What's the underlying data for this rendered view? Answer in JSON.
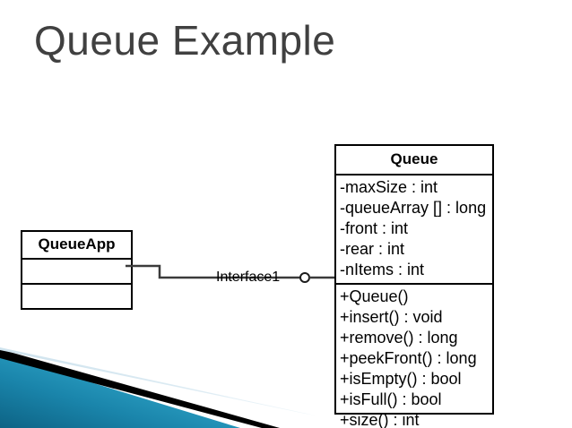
{
  "slide": {
    "title": "Queue Example",
    "title_color": "#404040",
    "background": "#ffffff"
  },
  "decoration": {
    "name": "flow-theme-corner-graphic",
    "teal_dark": "#0f6b8f",
    "teal_light": "#3fb3d4",
    "stripe_color": "#000000",
    "pale_color": "#dbe9f1"
  },
  "diagram": {
    "type": "uml-class-diagram",
    "classes": [
      {
        "id": "queueapp",
        "name": "QueueApp",
        "attributes": [],
        "methods": []
      },
      {
        "id": "queue",
        "name": "Queue",
        "attributes": [
          "-maxSize : int",
          "-queueArray [] : long",
          "-front : int",
          "-rear : int",
          "-nItems : int"
        ],
        "methods": [
          "+Queue()",
          "+insert() : void",
          "+remove() : long",
          "+peekFront() : long",
          "+isEmpty() : bool",
          "+isFull() : bool",
          "+size() : int"
        ]
      }
    ],
    "connector": {
      "label": "Interface1",
      "style": "lollipop-provided-interface",
      "from": "QueueApp",
      "to": "Queue",
      "line_color": "#3b3b3b"
    }
  }
}
